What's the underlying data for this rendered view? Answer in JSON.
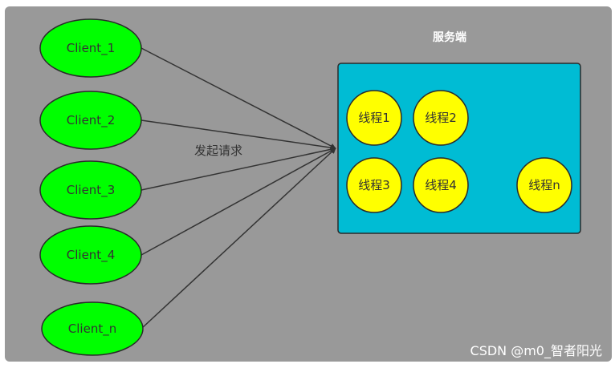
{
  "colors": {
    "panel": "#999999",
    "client_fill": "#00ff00",
    "server_fill": "#00bcd4",
    "thread_fill": "#ffff00",
    "edge": "#333333",
    "watermark": "#ffffff"
  },
  "server": {
    "title": "服务端"
  },
  "edge_label": "发起请求",
  "clients": [
    {
      "label": "Client_1"
    },
    {
      "label": "Client_2"
    },
    {
      "label": "Client_3"
    },
    {
      "label": "Client_4"
    },
    {
      "label": "Client_n"
    }
  ],
  "threads": [
    {
      "label": "线程1"
    },
    {
      "label": "线程2"
    },
    {
      "label": "线程3"
    },
    {
      "label": "线程4"
    },
    {
      "label": "线程n"
    }
  ],
  "watermark": "CSDN @m0_智者阳光"
}
